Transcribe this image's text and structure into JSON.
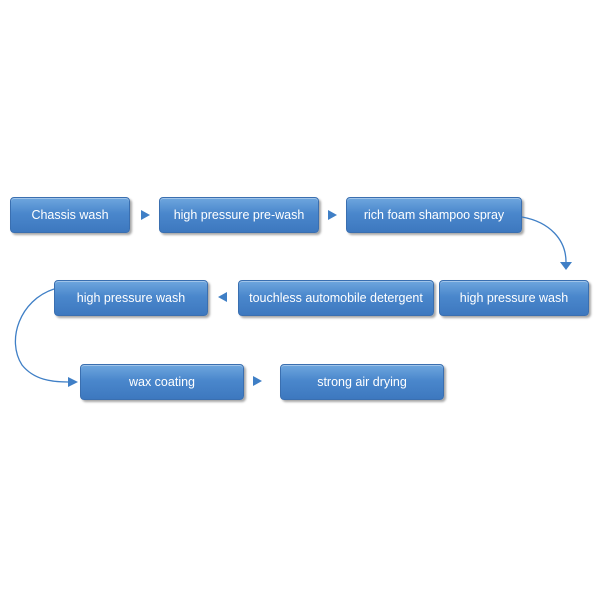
{
  "steps": [
    {
      "label": "Chassis wash"
    },
    {
      "label": "high pressure pre-wash"
    },
    {
      "label": "rich foam shampoo spray"
    },
    {
      "label": "high pressure wash"
    },
    {
      "label": "touchless automobile detergent"
    },
    {
      "label": "high pressure wash"
    },
    {
      "label": "wax coating"
    },
    {
      "label": "strong air drying"
    }
  ],
  "colors": {
    "box_fill": "#4a87cc",
    "arrow": "#3f7fc6",
    "text": "#ffffff"
  }
}
